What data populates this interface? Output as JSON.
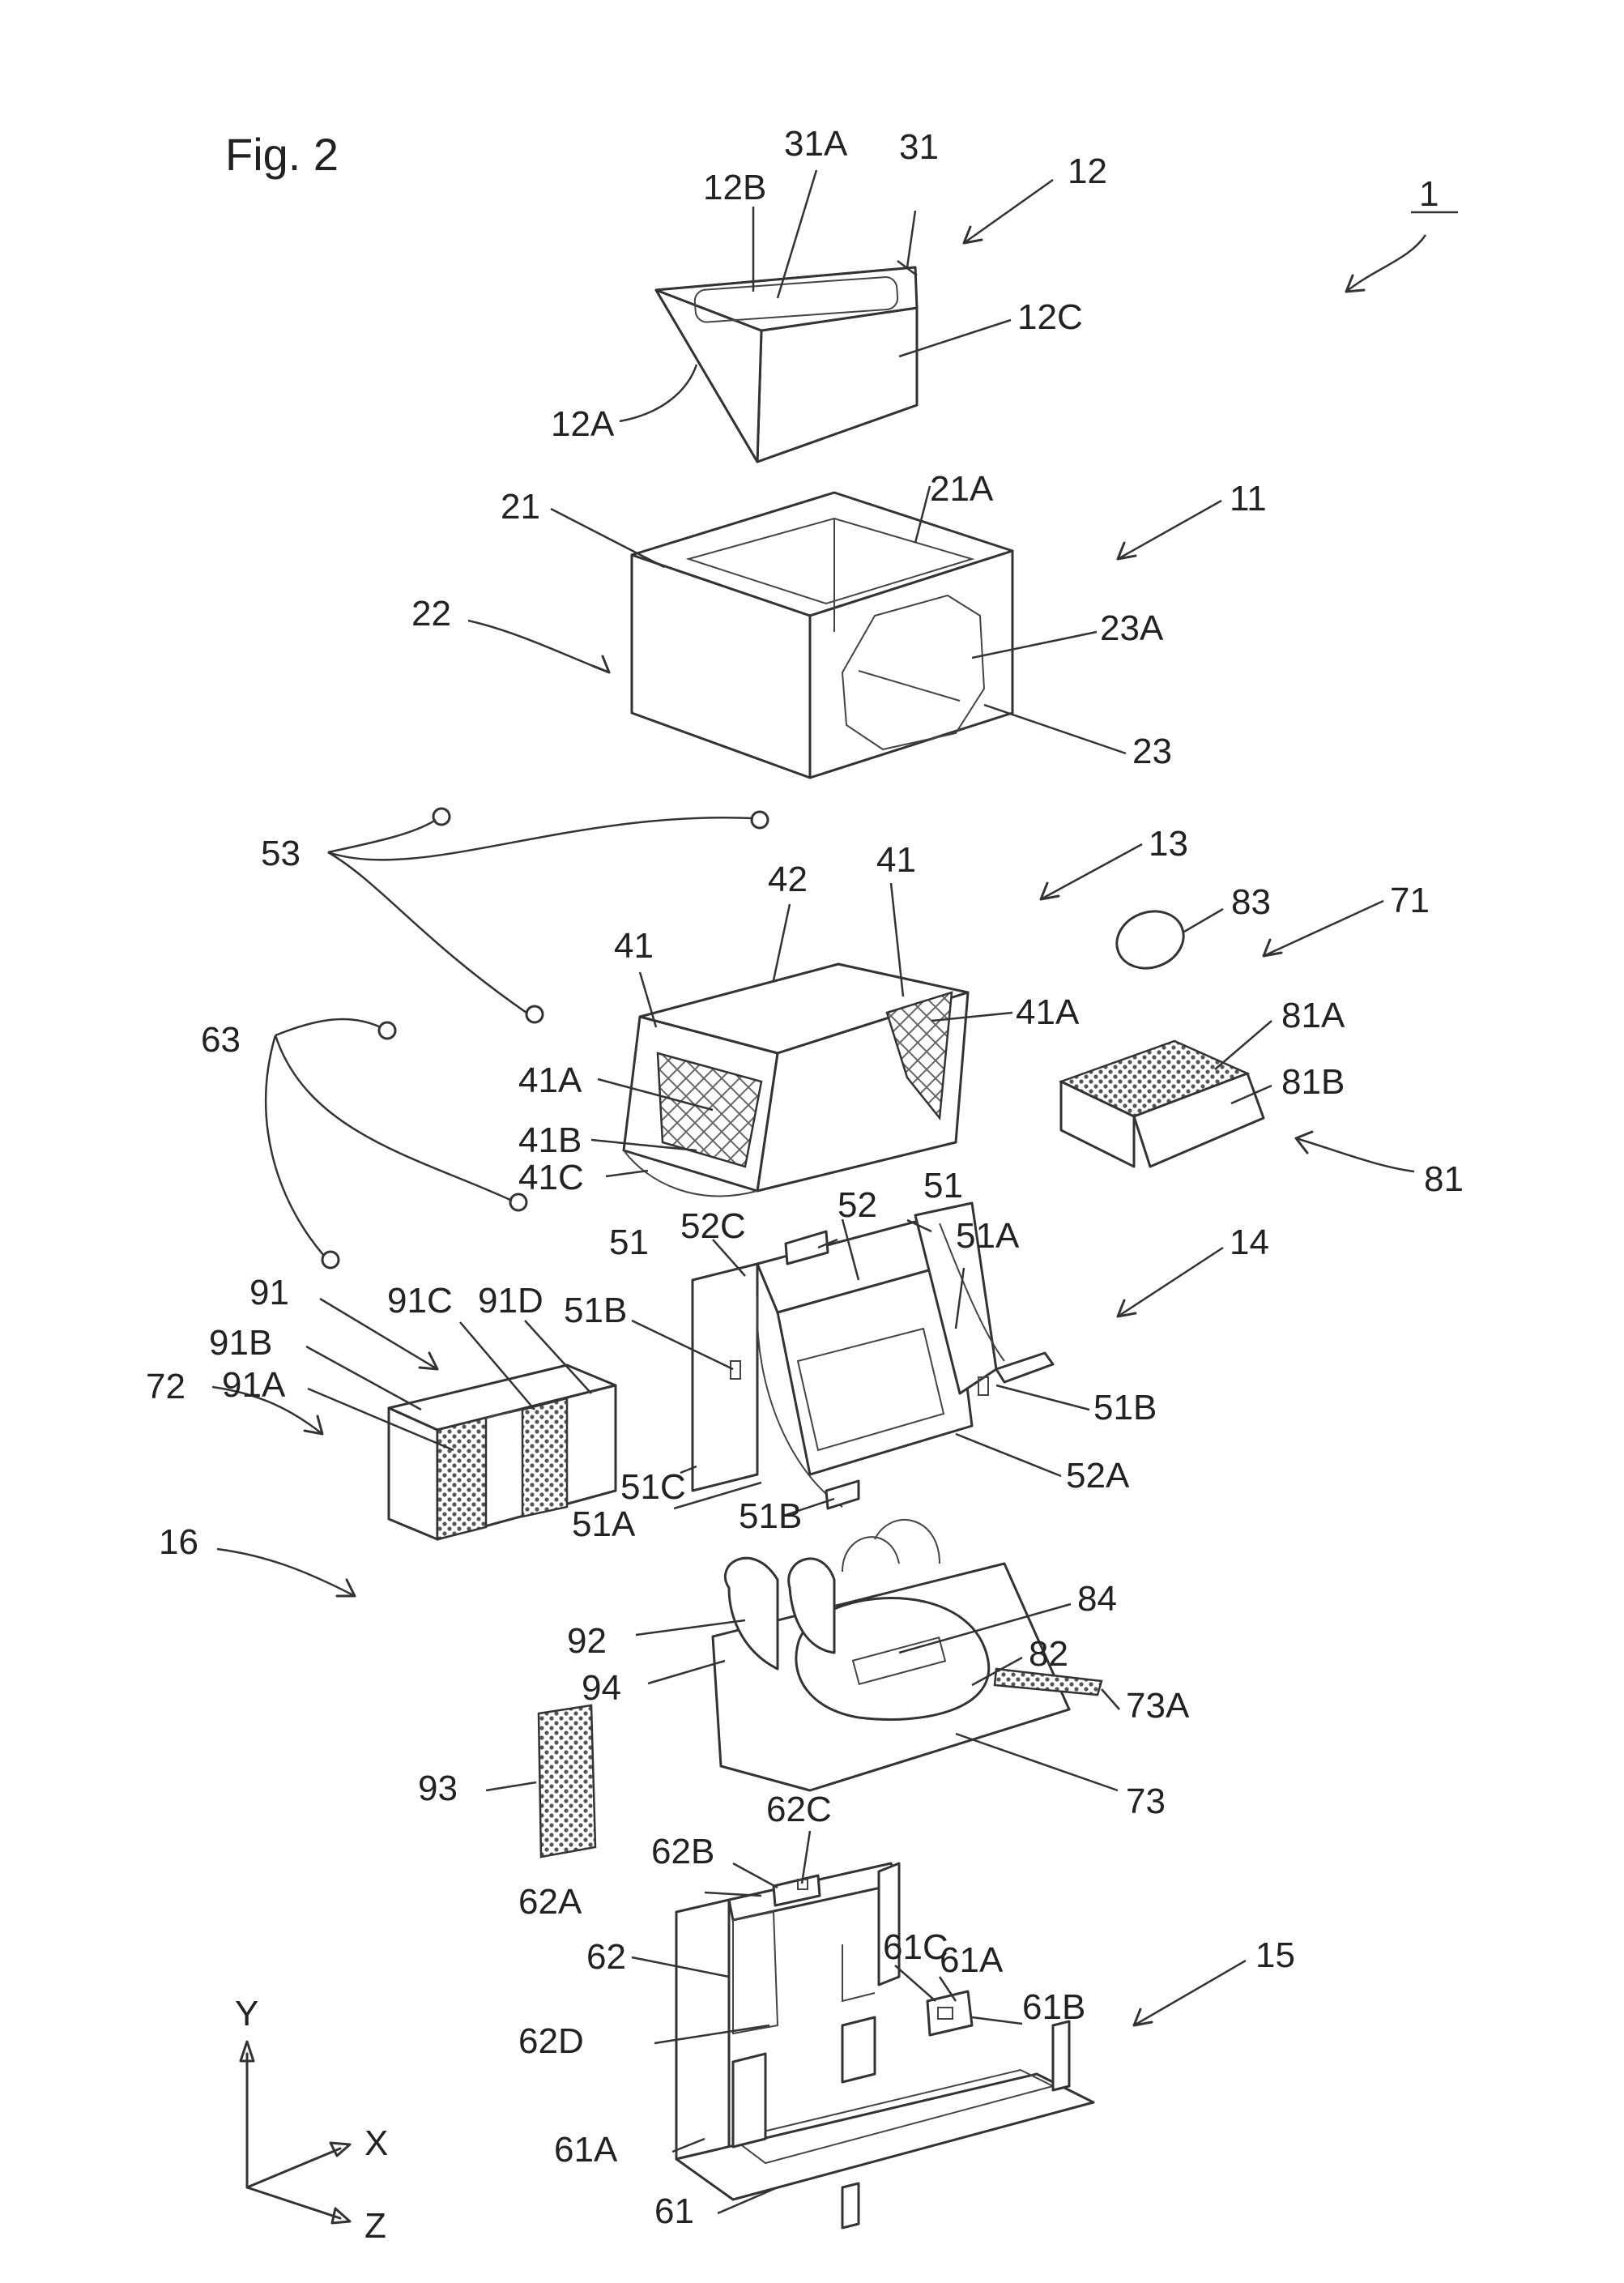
{
  "figure": {
    "title": "Fig. 2",
    "assembly_ref": "1"
  },
  "labels": {
    "l12": "12",
    "l12A": "12A",
    "l12B": "12B",
    "l12C": "12C",
    "l31": "31",
    "l31A": "31A",
    "l11": "11",
    "l21": "21",
    "l21A": "21A",
    "l22": "22",
    "l23": "23",
    "l23A": "23A",
    "l53": "53",
    "l13": "13",
    "l41a": "41",
    "l41b": "41",
    "l42": "42",
    "l41Aa": "41A",
    "l41Ab": "41A",
    "l41B": "41B",
    "l41C": "41C",
    "l83": "83",
    "l71": "71",
    "l81": "81",
    "l81A": "81A",
    "l81B": "81B",
    "l63": "63",
    "l91": "91",
    "l91A": "91A",
    "l91B": "91B",
    "l91C": "91C",
    "l91D": "91D",
    "l72": "72",
    "l14": "14",
    "l51a": "51",
    "l51b": "51",
    "l51Aa": "51A",
    "l51Ab": "51A",
    "l51Ba": "51B",
    "l51Bb": "51B",
    "l51Bc": "51B",
    "l51C": "51C",
    "l52": "52",
    "l52A": "52A",
    "l52C": "52C",
    "l16": "16",
    "l92": "92",
    "l94": "94",
    "l84": "84",
    "l82": "82",
    "l73": "73",
    "l73A": "73A",
    "l93": "93",
    "l15": "15",
    "l62": "62",
    "l62A": "62A",
    "l62B": "62B",
    "l62C": "62C",
    "l62D": "62D",
    "l61": "61",
    "l61Aa": "61A",
    "l61Ab": "61A",
    "l61B": "61B",
    "l61C": "61C"
  },
  "axes": {
    "y": "Y",
    "x": "X",
    "z": "Z"
  }
}
